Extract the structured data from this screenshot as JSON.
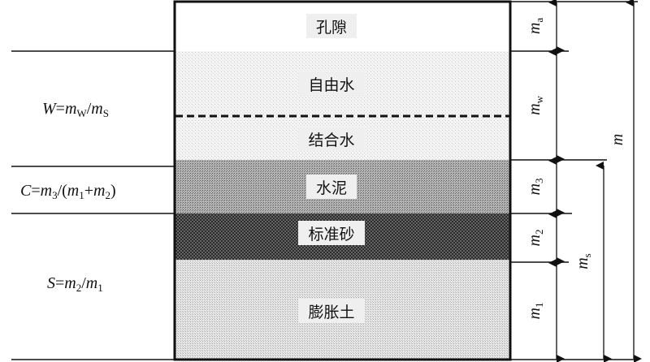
{
  "layers": [
    {
      "label": "孔隙"
    },
    {
      "label": "自由水"
    },
    {
      "label": "结合水"
    },
    {
      "label": "水泥"
    },
    {
      "label": "标准砂"
    },
    {
      "label": "膨胀土"
    }
  ],
  "formulas": {
    "W": {
      "lhs": "W",
      "eq": "=",
      "m": "m",
      "sub_w": "W",
      "slash": "/",
      "sub_s": "S"
    },
    "C": {
      "lhs": "C",
      "eq": "=",
      "m": "m",
      "s3": "3",
      "open": "/(",
      "s1": "1",
      "plus": "+",
      "s2": "2",
      "close": ")"
    },
    "S": {
      "lhs": "S",
      "eq": "=",
      "m": "m",
      "s2": "2",
      "slash": "/",
      "s1": "1"
    }
  },
  "dimensions": {
    "m": "m",
    "a": "a",
    "w": "w",
    "s3": "3",
    "s2": "2",
    "s1": "1",
    "s": "s"
  }
}
